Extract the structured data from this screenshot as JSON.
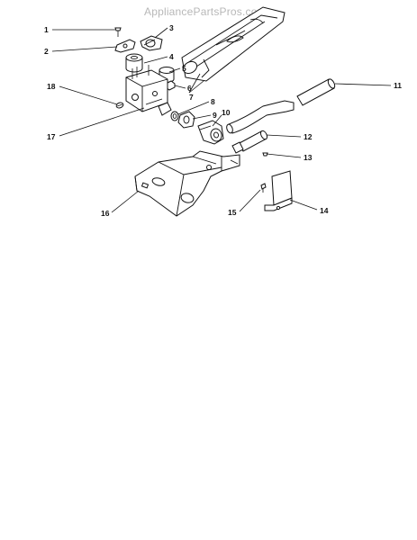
{
  "watermark": "AppliancePartsPros.com",
  "labels": [
    "1",
    "2",
    "3",
    "4",
    "5",
    "6",
    "7",
    "8",
    "9",
    "10",
    "11",
    "12",
    "13",
    "14",
    "15",
    "16",
    "17",
    "18"
  ],
  "colors": {
    "background": "#ffffff",
    "line": "#111111",
    "watermark": "#b8b8b8"
  }
}
